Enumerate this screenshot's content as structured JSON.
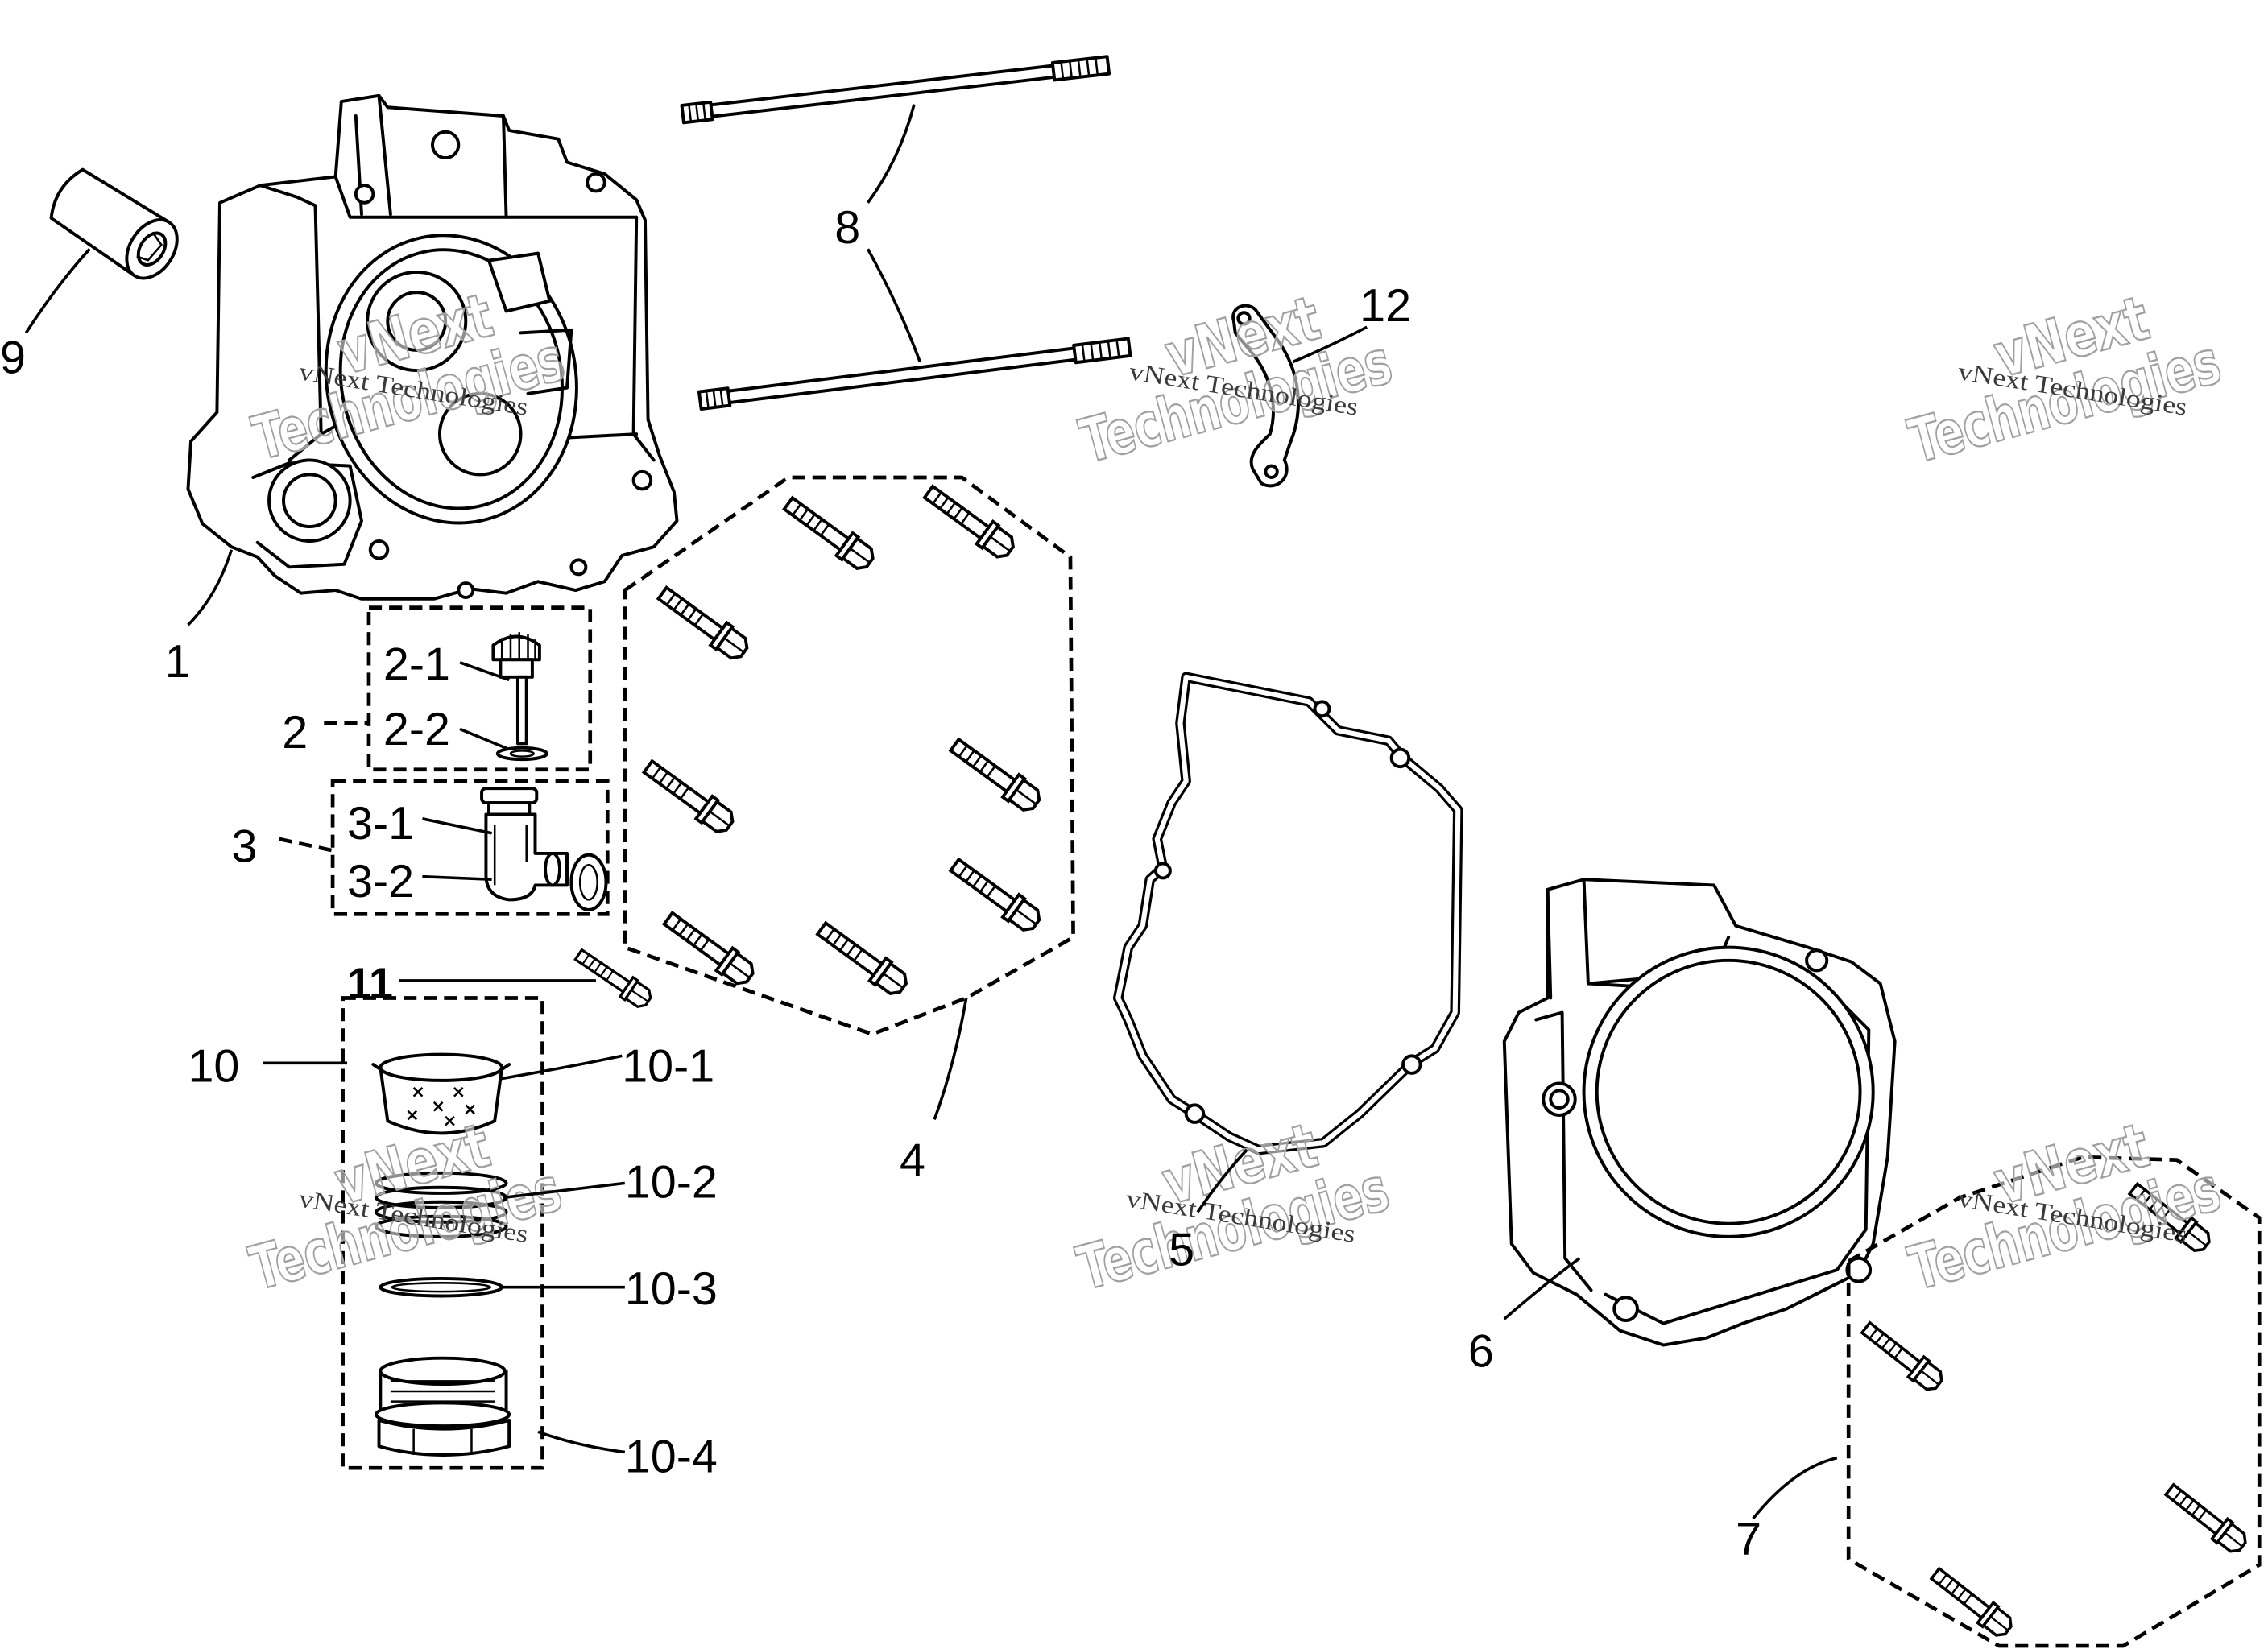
{
  "callouts": {
    "part_1": "1",
    "part_2": "2",
    "part_2_1": "2-1",
    "part_2_2": "2-2",
    "part_3": "3",
    "part_3_1": "3-1",
    "part_3_2": "3-2",
    "part_4": "4",
    "part_5": "5",
    "part_6": "6",
    "part_7": "7",
    "part_8": "8",
    "part_9": "9",
    "part_10": "10",
    "part_10_1": "10-1",
    "part_10_2": "10-2",
    "part_10_3": "10-3",
    "part_10_4": "10-4",
    "part_11": "11",
    "part_12": "12"
  },
  "watermark": {
    "small_text": "vNext Technologies",
    "large_line_1": "vNext",
    "large_line_2": "Technologies"
  },
  "colors": {
    "background": "#ffffff",
    "line": "#000000",
    "watermark_outline": "#a0a0a0",
    "watermark_text": "#3a3a3a"
  }
}
